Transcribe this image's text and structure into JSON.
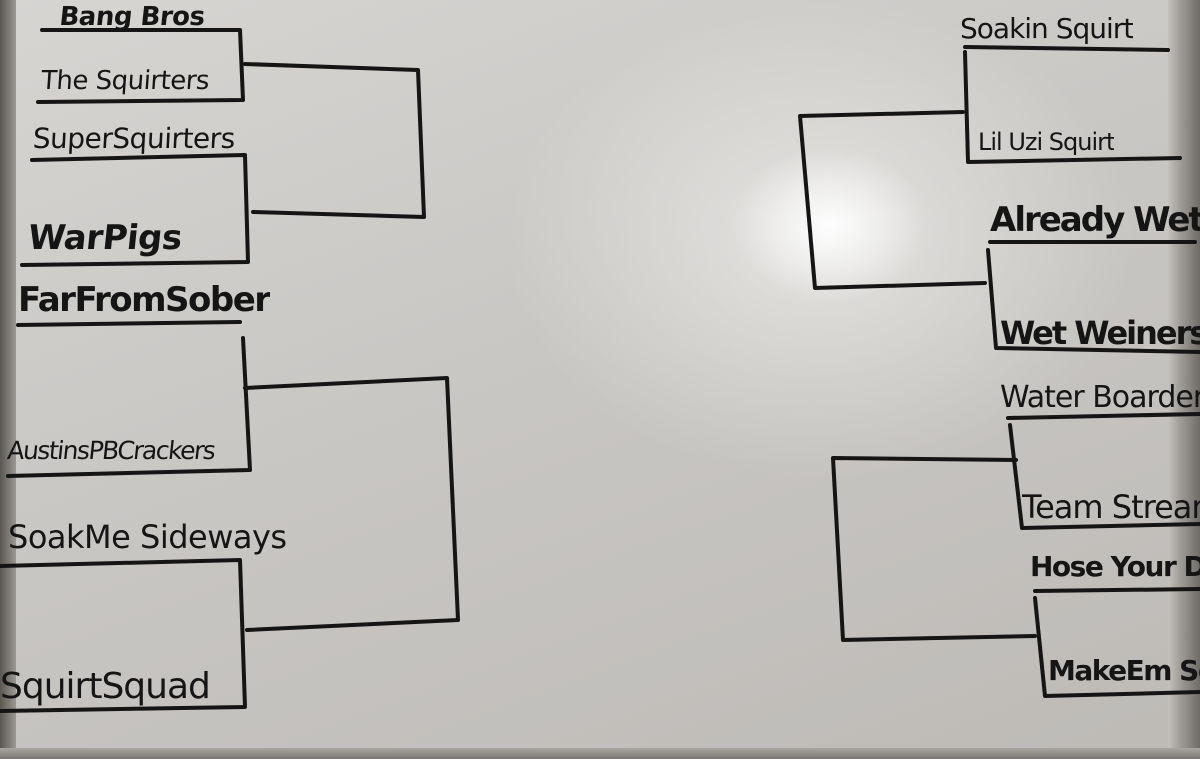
{
  "bracket": {
    "left_teams": [
      "Bang Bros",
      "The Squirters",
      "SuperSquirters",
      "WarPigs",
      "FarFromSober",
      "AustinsPBCrackers",
      "SoakMe Sideways",
      "SquirtSquad"
    ],
    "right_teams": [
      "Soakin Squirt",
      "Lil Uzi Squirt",
      "Already Wet",
      "Wet Weiners",
      "Water Boarders",
      "Team Stream",
      "Hose Your Dad",
      "MakeEm Squirt"
    ]
  },
  "colors": {
    "marker": "#151515",
    "whiteboard": "#cfcdca",
    "frame": "#9e9b96"
  }
}
